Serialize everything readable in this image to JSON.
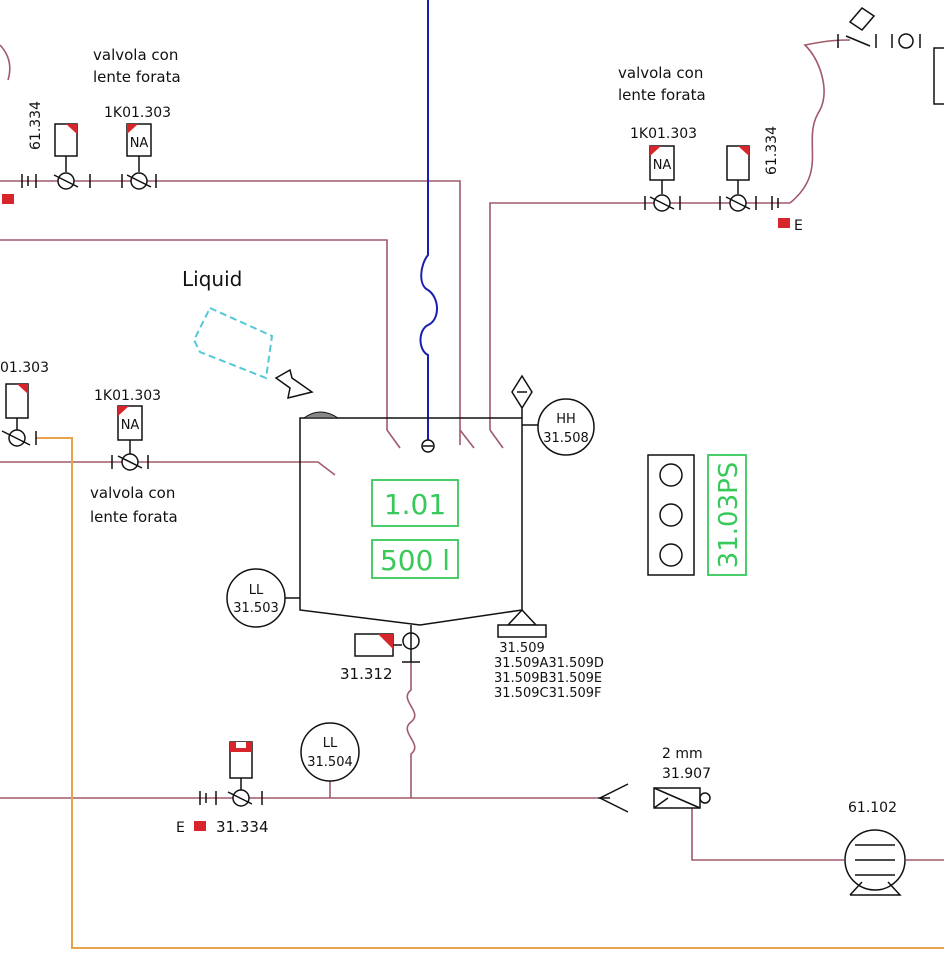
{
  "labels": {
    "valve_note_1": [
      "valvola con",
      "lente forata"
    ],
    "valve_note_2": [
      "valvola con",
      "lente forata"
    ],
    "valve_note_3": [
      "valvola con",
      "lente forata"
    ],
    "liquid": "Liquid",
    "tag_61334_a": "61.334",
    "tag_1k01303_a": "1K01.303",
    "tag_1k01303_b": "1K01.303",
    "tag_61334_b": "61.334",
    "tag_01303_left": "01.303",
    "tag_1k01303_c": "1K01.303",
    "na": "NA",
    "e_right": "E",
    "e_bottom": "E",
    "tag_31334": "31.334",
    "tag_31312": "31.312",
    "tag_31509": "31.509",
    "tag_31509_lines": [
      "31.509A31.509D",
      "31.509B31.509E",
      "31.509C31.509F"
    ],
    "filter_size": "2 mm",
    "tag_31907": "31.907",
    "tag_61102": "61.102"
  },
  "instruments": {
    "hh": {
      "code": "HH",
      "tag": "31.508"
    },
    "ll_tank": {
      "code": "LL",
      "tag": "31.503"
    },
    "ll_line": {
      "code": "LL",
      "tag": "31.504"
    }
  },
  "tank_display": {
    "value_1": "1.01",
    "value_2": "500 l"
  },
  "panel": {
    "label": "31.03PS"
  },
  "colors": {
    "process_pipe": "#a05a6a",
    "utility_pipe": "#e8a24a",
    "agitator_line": "#1b1faf",
    "display_green": "#37c95a",
    "actuator_red": "#d8252c",
    "liquid_dashed": "#55c8d8"
  }
}
